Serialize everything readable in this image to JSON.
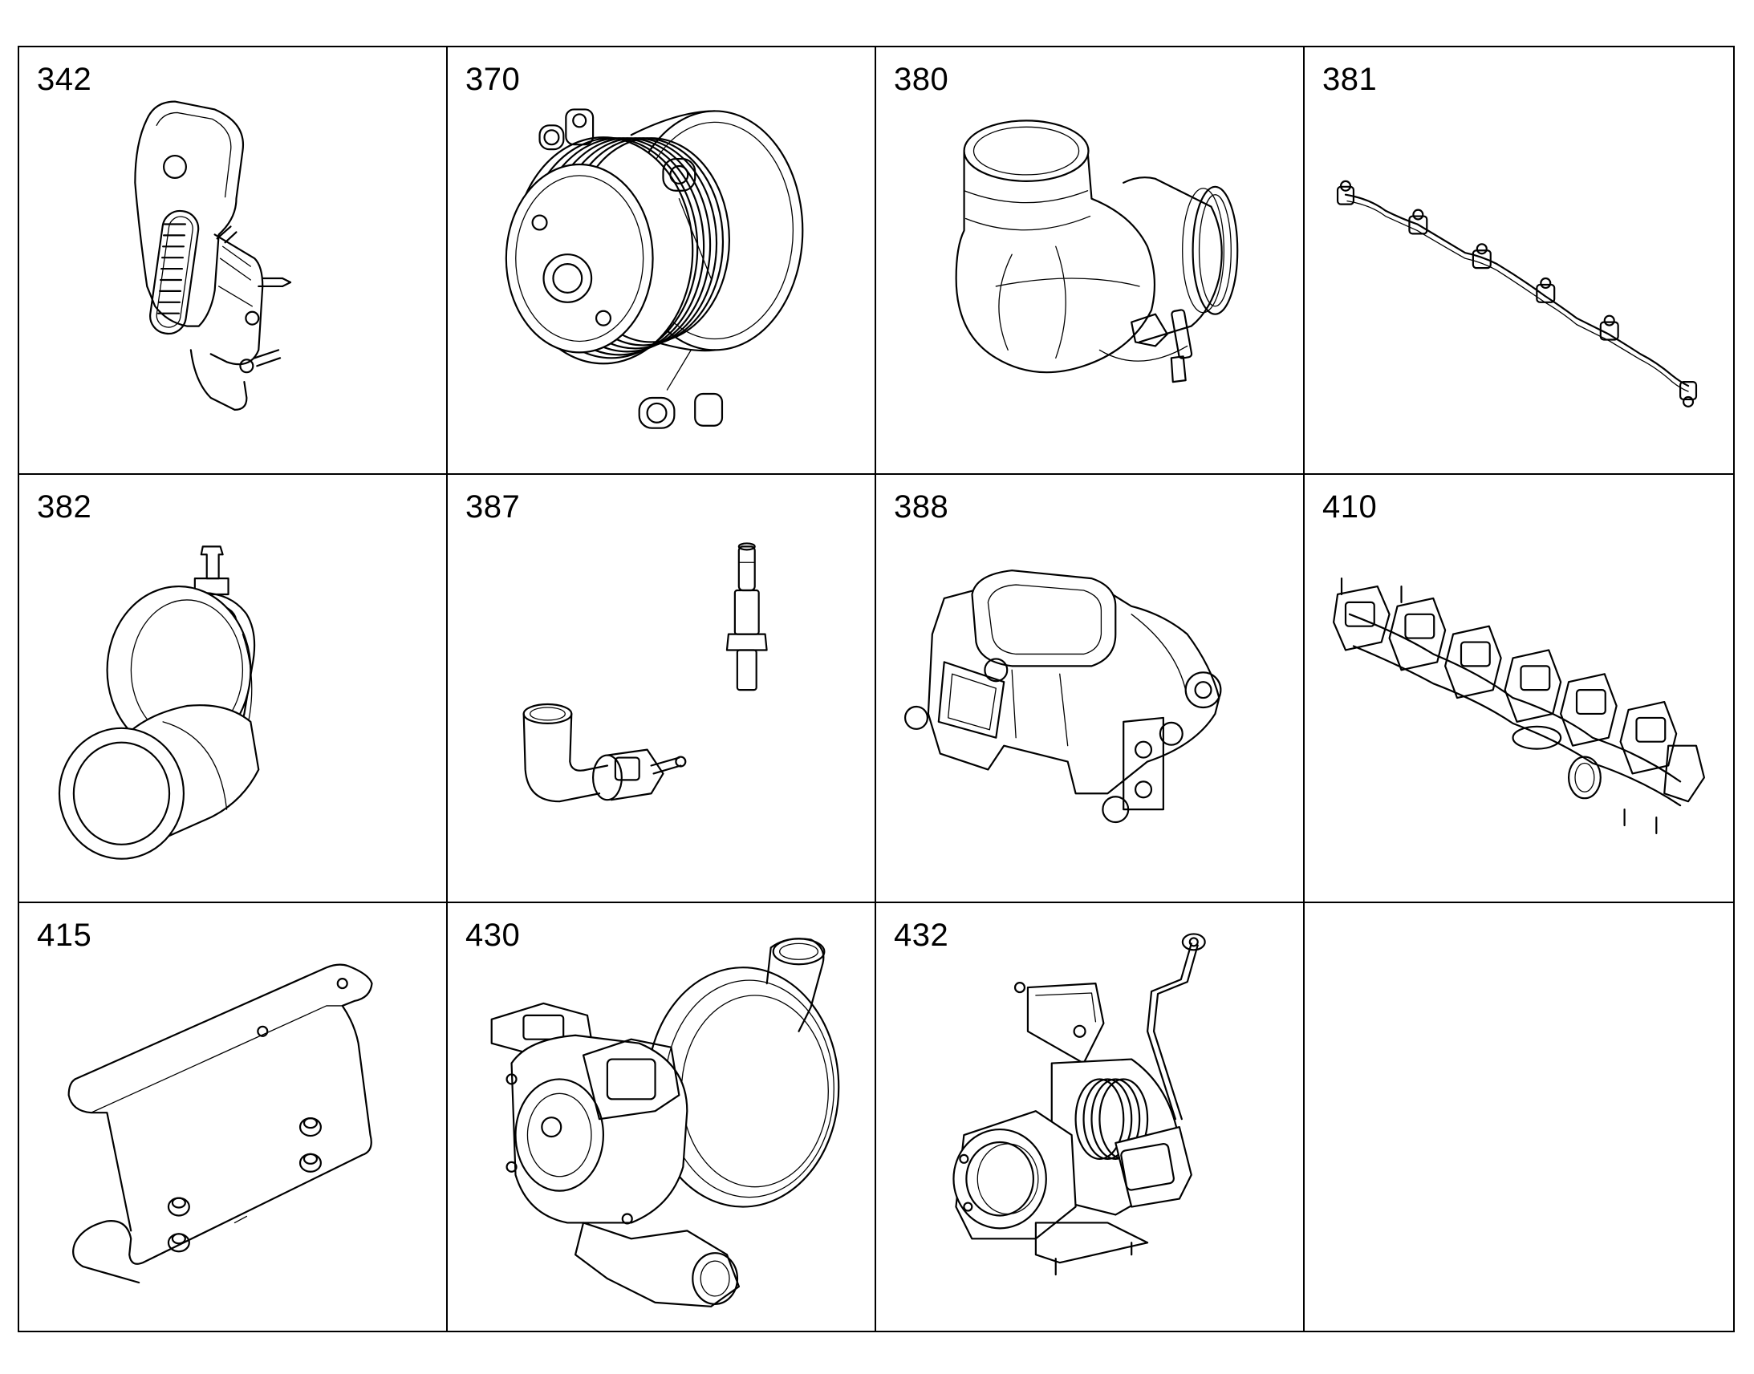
{
  "parts": [
    {
      "number": "342",
      "icon": "timing-cover-icon"
    },
    {
      "number": "370",
      "icon": "water-pump-pulley-icon"
    },
    {
      "number": "380",
      "icon": "elbow-housing-icon"
    },
    {
      "number": "381",
      "icon": "wiring-harness-icon"
    },
    {
      "number": "382",
      "icon": "elbow-connector-icon"
    },
    {
      "number": "387",
      "icon": "sensor-and-elbow-icon"
    },
    {
      "number": "388",
      "icon": "valve-housing-icon"
    },
    {
      "number": "410",
      "icon": "exhaust-manifold-icon"
    },
    {
      "number": "415",
      "icon": "heat-shield-icon"
    },
    {
      "number": "430",
      "icon": "turbocharger-icon"
    },
    {
      "number": "432",
      "icon": "turbo-actuator-assembly-icon"
    },
    {
      "number": "",
      "icon": ""
    }
  ]
}
